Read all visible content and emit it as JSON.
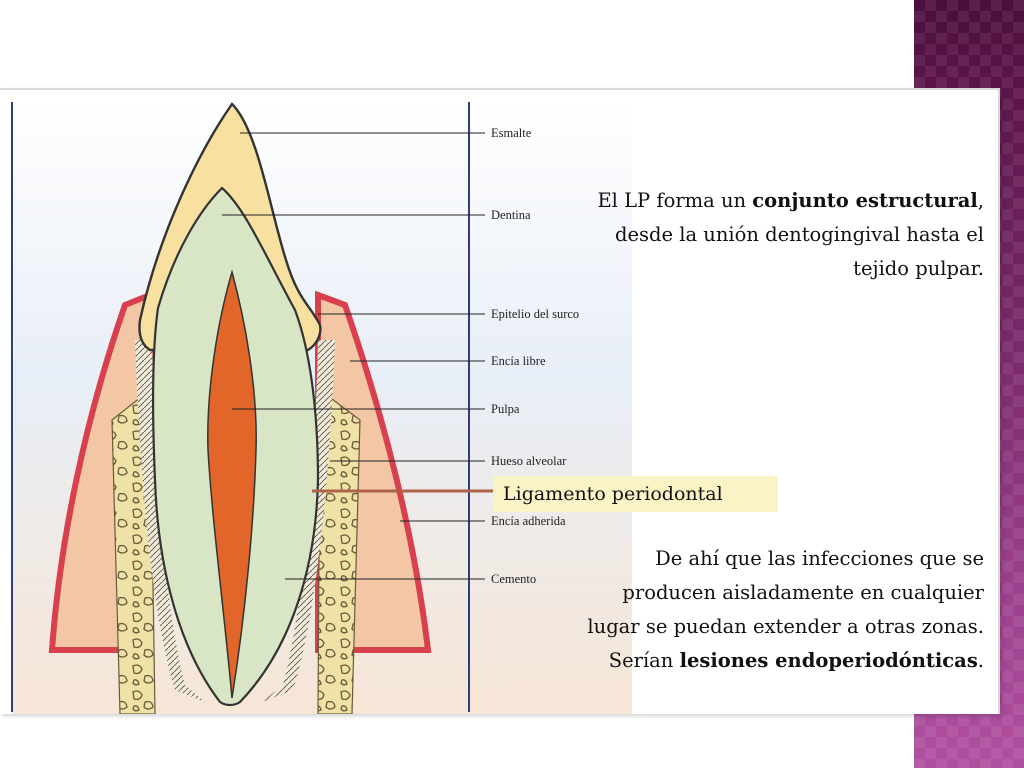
{
  "slide": {
    "accent_color": "#6e2361"
  },
  "diagram": {
    "labels": [
      "Esmalte",
      "Dentina",
      "Epitelio del surco",
      "Encía libre",
      "Pulpa",
      "Hueso alveolar",
      "Encía adherida",
      "Cemento"
    ],
    "callout": "Ligamento periodontal",
    "colors": {
      "enamel": "#f7e0a0",
      "dentin": "#d9e6c6",
      "pulp": "#e2662a",
      "gingiva": "#f3c7a6",
      "gingiva_edge": "#d8404e",
      "bone": "#efe2a6",
      "callout_line": "#b0614a"
    }
  },
  "text": {
    "p1": {
      "a": "El LP forma un ",
      "b": "conjunto estructural",
      "c": ", desde la unión dentogingival hasta el tejido pulpar."
    },
    "p2": {
      "a": "De ahí que las infecciones que se producen aisladamente en cualquier lugar se puedan extender a otras zonas. Serían ",
      "b": "lesiones endoperiodónticas",
      "c": "."
    }
  }
}
